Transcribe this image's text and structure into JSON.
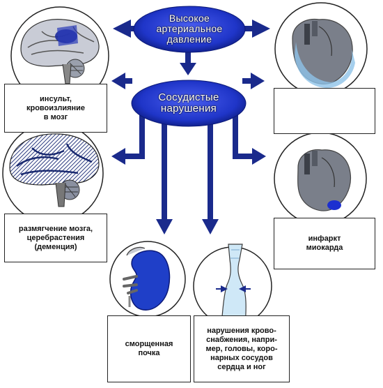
{
  "nodes": {
    "high_pressure": "Высокое\nартериальное\nдавление",
    "vascular": "Сосудистые\nнарушения"
  },
  "labels": {
    "stroke": "инсульт,\nкровоизлияние\nв мозг",
    "heart_top": "",
    "dementia": "размягчение мозга,\nцеребрастения\n(деменция)",
    "infarct": "инфаркт\nмиокарда",
    "kidney": "сморщенная\nпочка",
    "circulation": "нарушения крово-\nснабжения, напри-\nмер, головы, коро-\nнарных сосудов\nсердца и ног"
  },
  "icons": {
    "brain_stroke": "brain-hemorrhage-icon",
    "brain_dementia": "brain-hatched-icon",
    "heart_top": "heart-icon",
    "heart_infarct": "heart-infarct-icon",
    "kidney": "kidney-icon",
    "vessel": "narrowed-vessel-icon"
  },
  "colors": {
    "arrow": "#1a2a8c",
    "ellipse": "#1f35c8",
    "ellipse_dark": "#0c1a78",
    "circle_stroke": "#222222"
  }
}
